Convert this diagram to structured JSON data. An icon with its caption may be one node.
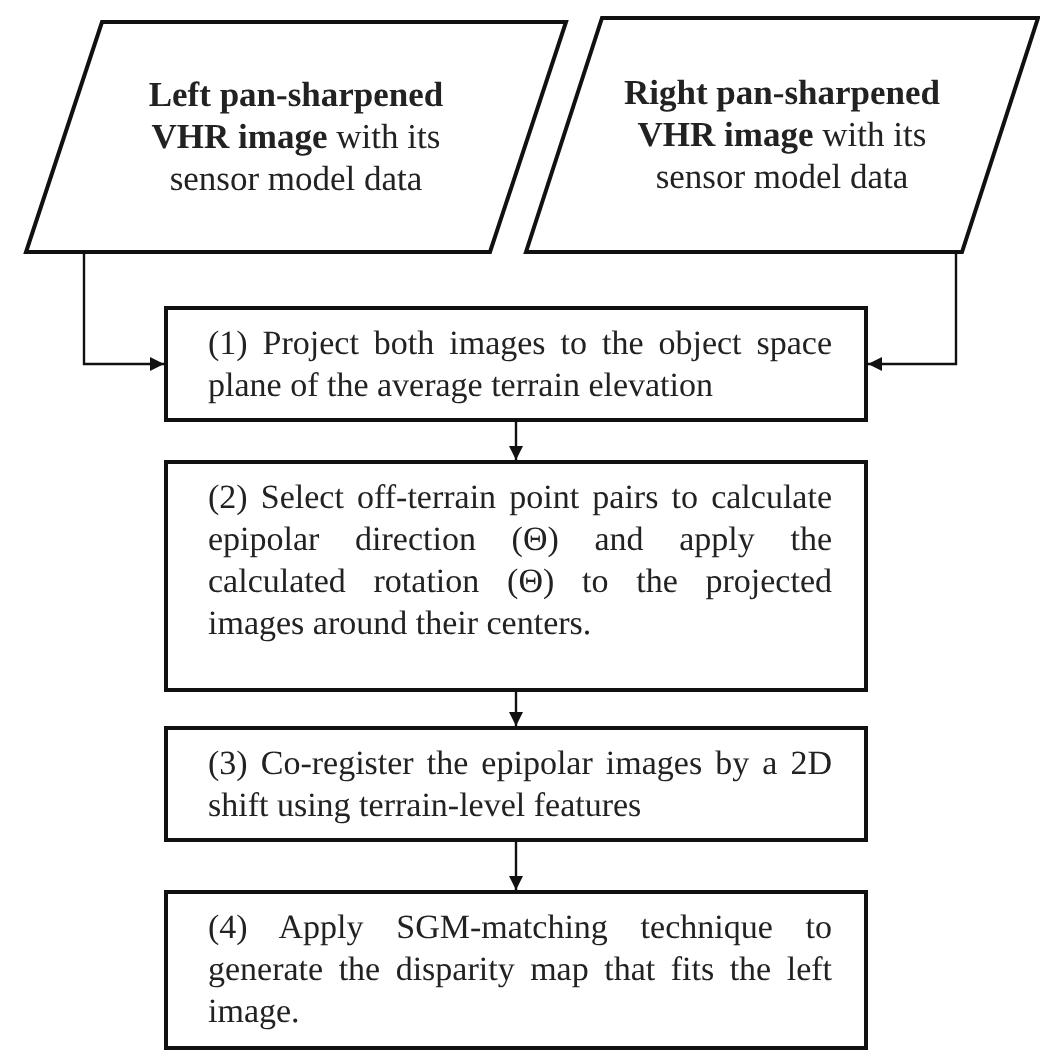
{
  "diagram": {
    "nodes": [
      {
        "text": [
          "**Left pan-sharpened VHR image** with its sensor model data"
        ]
      },
      {
        "text": [
          "**Right pan-sharpened VHR image** with its sensor model data"
        ]
      },
      {
        "text": [
          "(1)  Project both images to the object space plane of the average terrain elevation"
        ]
      },
      {
        "text": [
          "(2)  Select off-terrain point pairs to calculate epipolar direction (Θ) and apply the calculated rotation (Θ) to the projected images around their centers."
        ]
      },
      {
        "text": [
          "(3) Co-register the epipolar images by a 2D shift using terrain-level features"
        ]
      },
      {
        "text": [
          "(4)  Apply SGM-matching technique to generate the disparity map that fits the left image."
        ]
      }
    ],
    "edges": [
      {
        "from": 0,
        "to": 2,
        "arrow": "to"
      },
      {
        "from": 1,
        "to": 2,
        "arrow": "to"
      },
      {
        "from": 2,
        "to": 3,
        "arrow": "to"
      },
      {
        "from": 3,
        "to": 4,
        "arrow": "to"
      },
      {
        "from": 4,
        "to": 5,
        "arrow": "to"
      }
    ]
  }
}
